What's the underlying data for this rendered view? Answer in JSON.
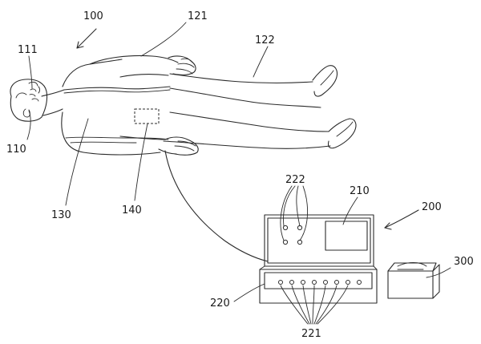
{
  "labels": {
    "l100": "100",
    "l111": "111",
    "l121": "121",
    "l122": "122",
    "l110": "110",
    "l130": "130",
    "l140": "140",
    "l222": "222",
    "l210": "210",
    "l200": "200",
    "l300": "300",
    "l220": "220",
    "l221": "221"
  }
}
